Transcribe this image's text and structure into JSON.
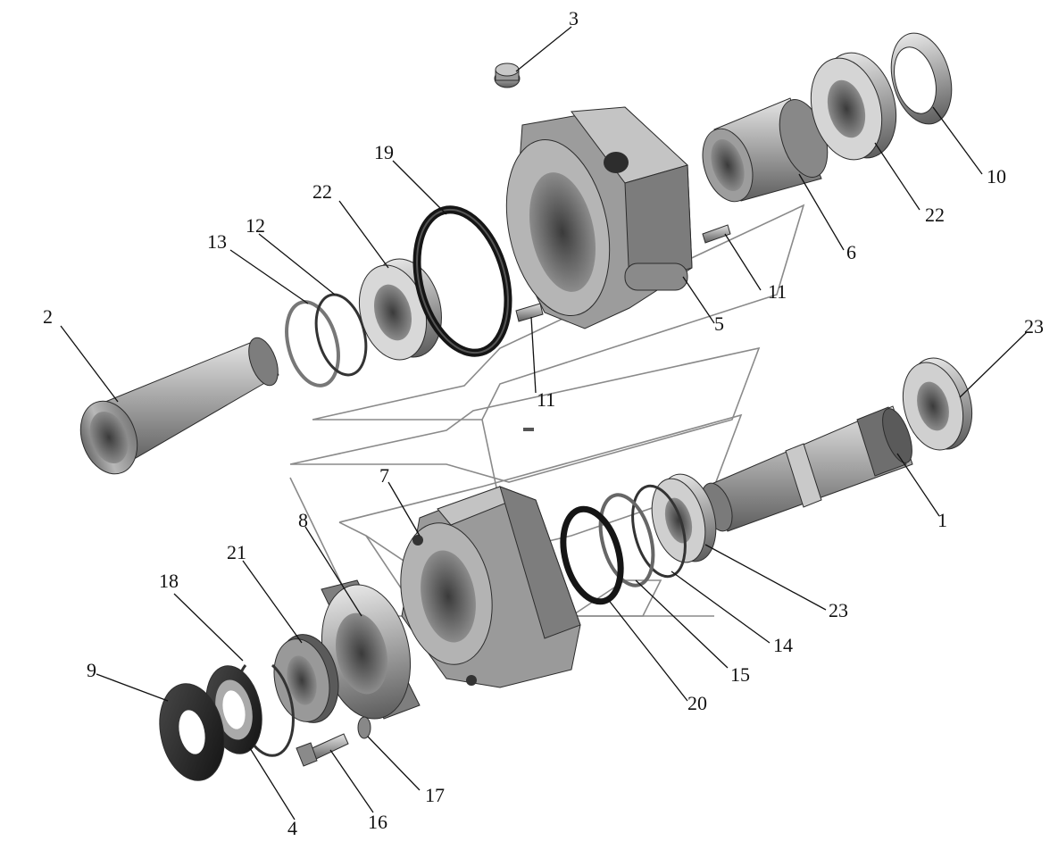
{
  "labels": {
    "p1": "1",
    "p2": "2",
    "p3": "3",
    "p4": "4",
    "p5": "5",
    "p6": "6",
    "p7": "7",
    "p8": "8",
    "p9": "9",
    "p10": "10",
    "p11a": "11",
    "p11b": "11",
    "p12": "12",
    "p13": "13",
    "p14": "14",
    "p15": "15",
    "p16": "16",
    "p17": "17",
    "p18": "18",
    "p19": "19",
    "p20": "20",
    "p21": "21",
    "p22a": "22",
    "p22b": "22",
    "p23a": "23",
    "p23b": "23"
  }
}
